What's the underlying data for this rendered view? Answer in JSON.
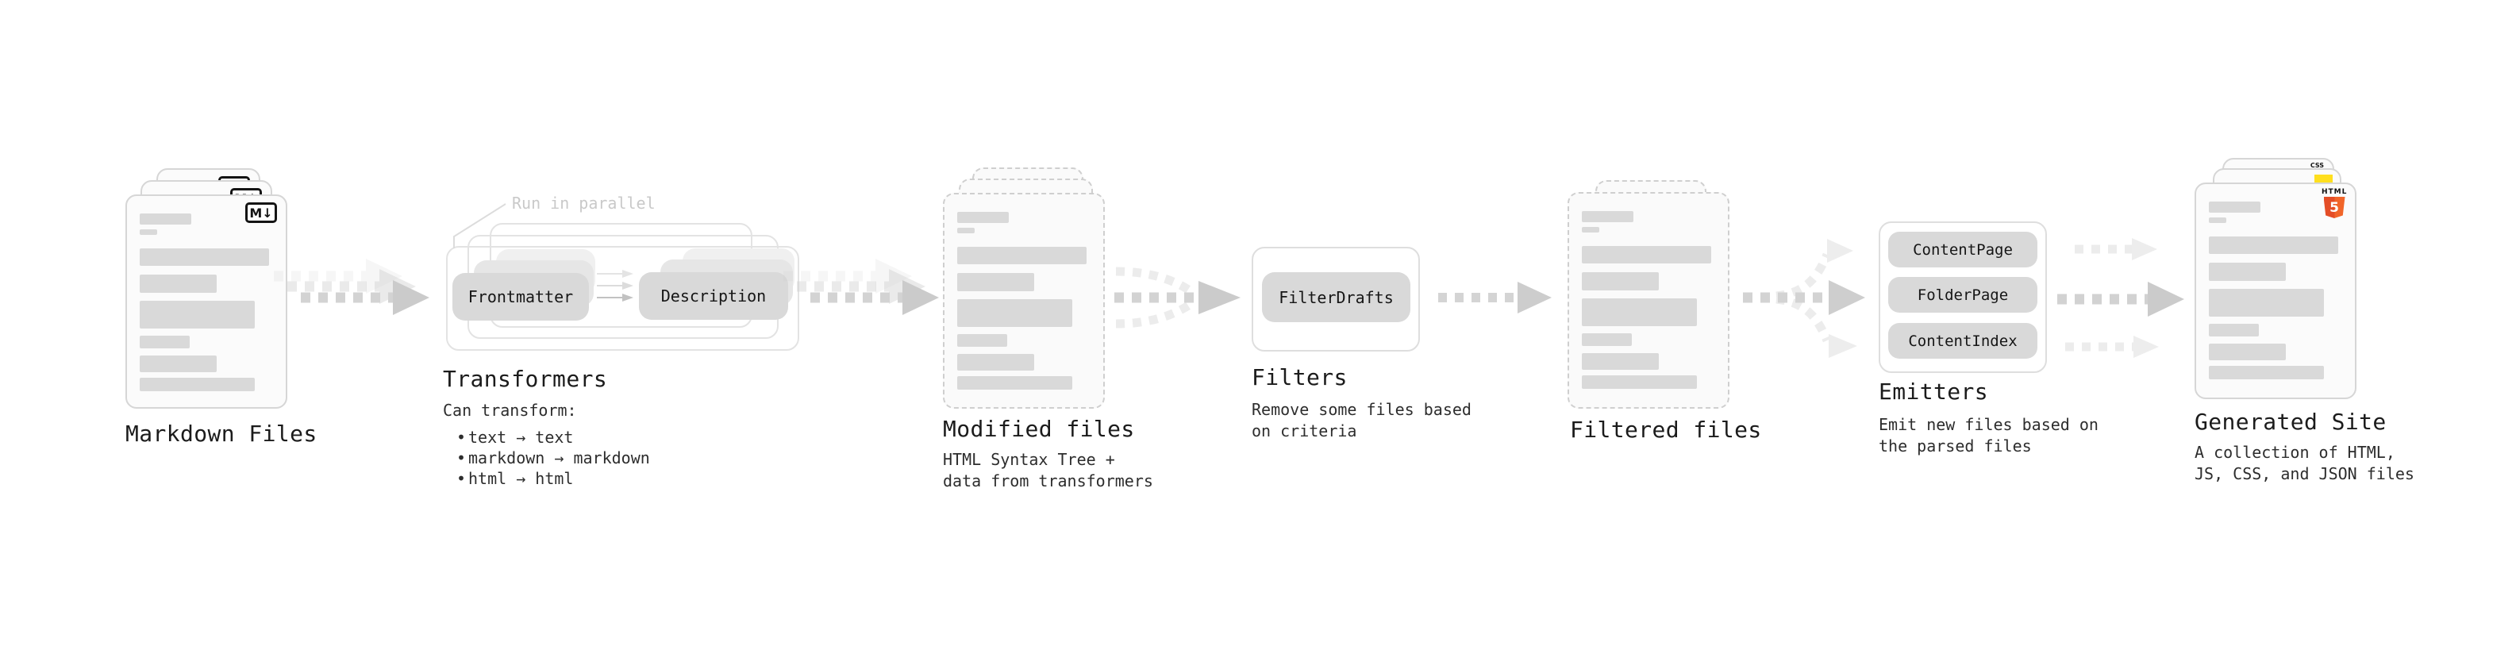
{
  "stages": {
    "markdown": {
      "title": "Markdown Files",
      "badge": "M↓"
    },
    "transformers": {
      "title": "Transformers",
      "annotation": "Run in parallel",
      "pill_a": "Frontmatter",
      "pill_b": "Description",
      "desc_title": "Can transform:",
      "bullet": "•",
      "bullets": [
        "text → text",
        "markdown → markdown",
        "html → html"
      ]
    },
    "modified": {
      "title": "Modified files",
      "desc": [
        "HTML Syntax Tree +",
        "data from transformers"
      ]
    },
    "filters": {
      "title": "Filters",
      "pill": "FilterDrafts",
      "desc": [
        "Remove some files based",
        "on criteria"
      ]
    },
    "filtered": {
      "title": "Filtered files"
    },
    "emitters": {
      "title": "Emitters",
      "pills": [
        "ContentPage",
        "FolderPage",
        "ContentIndex"
      ],
      "desc": [
        "Emit new files based on",
        "the parsed files"
      ]
    },
    "generated": {
      "title": "Generated Site",
      "desc": [
        "A collection of HTML,",
        "JS, CSS, and JSON files"
      ],
      "html_badge_word": "HTML",
      "html_badge_number": "5",
      "css_badge": "CSS"
    }
  },
  "colors": {
    "html5_orange": "#e44d26",
    "html5_orange_light": "#f16529",
    "js_yellow": "#ffdf1e",
    "css_blue": "#264de4",
    "bar_gray": "#d9d9d9",
    "pill_gray": "#d9d9d9",
    "arrow_gray": "#d3d3d3",
    "annotation_gray": "#c9c9c9"
  }
}
